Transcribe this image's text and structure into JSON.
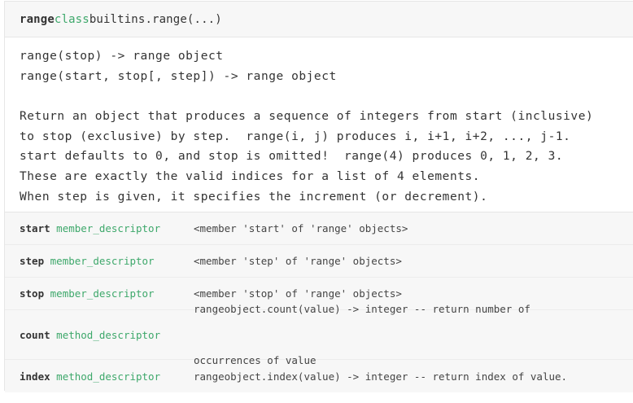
{
  "header": {
    "name": "range",
    "keyword": "class",
    "signature": "builtins.range(...)"
  },
  "doc": {
    "lines": [
      "range(stop) -> range object",
      "range(start, stop[, step]) -> range object",
      "",
      "Return an object that produces a sequence of integers from start (inclusive)",
      "to stop (exclusive) by step.  range(i, j) produces i, i+1, i+2, ..., j-1.",
      "start defaults to 0, and stop is omitted!  range(4) produces 0, 1, 2, 3.",
      "These are exactly the valid indices for a list of 4 elements.",
      "When step is given, it specifies the increment (or decrement)."
    ]
  },
  "members": [
    {
      "name": "start",
      "type": "member_descriptor",
      "desc": "<member 'start' of 'range' objects>",
      "desc2": ""
    },
    {
      "name": "step",
      "type": "member_descriptor",
      "desc": "<member 'step' of 'range' objects>",
      "desc2": ""
    },
    {
      "name": "stop",
      "type": "member_descriptor",
      "desc": "<member 'stop' of 'range' objects>",
      "desc2": ""
    },
    {
      "name": "count",
      "type": "method_descriptor",
      "desc": "rangeobject.count(value) -> integer -- return number of",
      "desc2": "occurrences of value"
    },
    {
      "name": "index",
      "type": "method_descriptor",
      "desc": "rangeobject.index(value) -> integer -- return index of value.",
      "desc2": ""
    }
  ]
}
